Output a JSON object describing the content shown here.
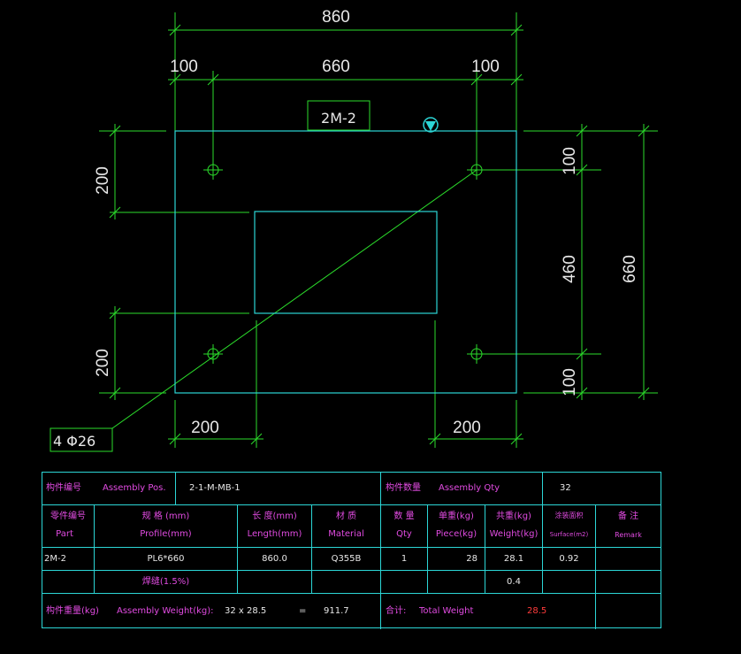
{
  "drawing": {
    "dims": {
      "overall_width": "860",
      "left_offset": "100",
      "hole_span": "660",
      "right_offset": "100",
      "left_top": "200",
      "left_bottom": "200",
      "bottom_left": "200",
      "bottom_right": "200",
      "right_top": "100",
      "right_mid": "460",
      "right_bottom": "100",
      "overall_height": "660"
    },
    "part_tag": "2M-2",
    "hole_tag": "4 Φ26",
    "colors": {
      "outline": "#2cd6d6",
      "dimension": "#2bdc2b",
      "text": "#e8e8e8"
    }
  },
  "bom": {
    "row1": {
      "assembly_pos_cn": "构件编号",
      "assembly_pos_en": "Assembly Pos.",
      "assembly_pos_value": "2-1-M-MB-1",
      "assembly_qty_cn": "构件数量",
      "assembly_qty_en": "Assembly Qty",
      "assembly_qty_value": "32"
    },
    "headers": {
      "part_cn": "零件编号",
      "part_en": "Part",
      "profile_cn": "规 格 (mm)",
      "profile_en": "Profile(mm)",
      "length_cn": "长 度(mm)",
      "length_en": "Length(mm)",
      "material_cn": "材 质",
      "material_en": "Material",
      "qty_cn": "数 量",
      "qty_en": "Qty",
      "piece_cn": "单重(kg)",
      "piece_en": "Piece(kg)",
      "weight_cn": "共重(kg)",
      "weight_en": "Weight(kg)",
      "surface_cn": "涂装面积",
      "surface_en": "Surface(m2)",
      "remark_cn": "备 注",
      "remark_en": "Remark"
    },
    "item": {
      "part": "2M-2",
      "profile": "PL6*660",
      "length": "860.0",
      "material": "Q355B",
      "qty": "1",
      "piece": "28",
      "weight": "28.1",
      "surface": "0.92"
    },
    "weld": {
      "label": "焊缝(1.5%)",
      "weight": "0.4"
    },
    "total": {
      "cn": "构件重量(kg)",
      "en": "Assembly Weight(kg):",
      "formula": "32  x 28.5",
      "equals": "=",
      "result": "911.7",
      "sum_cn": "合计:",
      "sum_en": "Total Weight",
      "sum_value": "28.5"
    }
  }
}
